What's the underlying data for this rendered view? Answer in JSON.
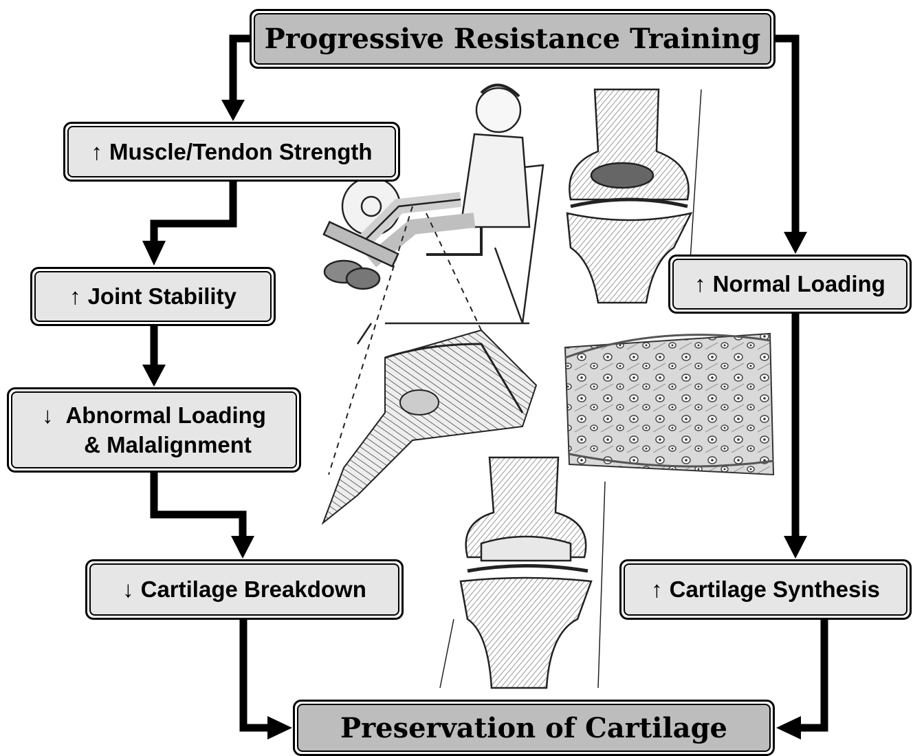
{
  "diagram": {
    "title": "Progressive Resistance Training",
    "result": "Preservation of Cartilage",
    "left_chain": [
      {
        "arrow": "↑",
        "text": "Muscle/Tendon Strength"
      },
      {
        "arrow": "↑",
        "text": "Joint Stability"
      },
      {
        "arrow": "↓",
        "line1": "Abnormal Loading",
        "line2": "& Malalignment"
      },
      {
        "arrow": "↓",
        "text": "Cartilage Breakdown"
      }
    ],
    "right_chain": [
      {
        "arrow": "↑",
        "text": "Normal Loading"
      },
      {
        "arrow": "↑",
        "text": "Cartilage Synthesis"
      }
    ]
  },
  "illustrations": [
    "elderly-woman-leg-extension-icon",
    "osteoarthritic-knee-icon",
    "quadriceps-muscle-icon",
    "cartilage-cells-icon",
    "healthy-knee-icon"
  ],
  "colors": {
    "box_light": "#e6e6e6",
    "box_dark": "#bdbdbd",
    "line": "#000000"
  }
}
